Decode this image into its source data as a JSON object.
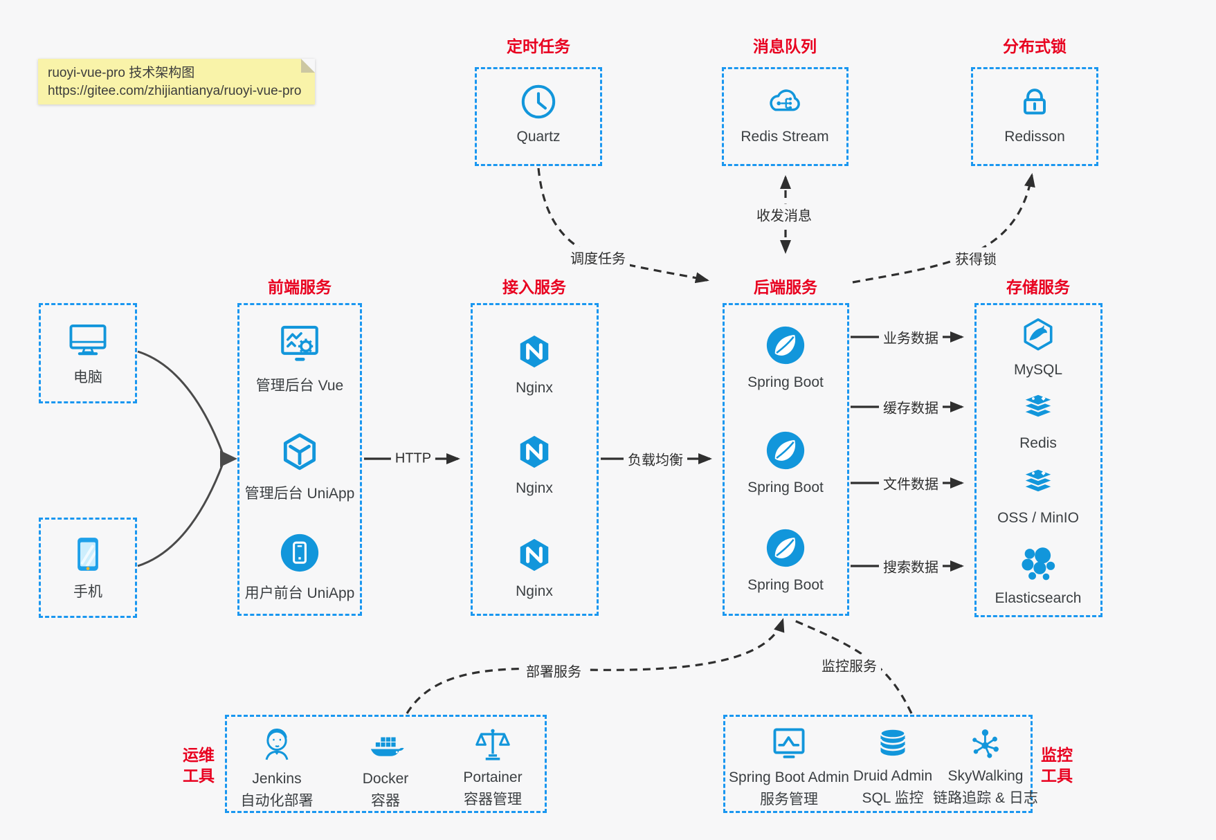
{
  "note": {
    "line1": "ruoyi-vue-pro 技术架构图",
    "line2": "https://gitee.com/zhijiantianya/ruoyi-vue-pro"
  },
  "colors": {
    "background": "#f7f7f8",
    "box_border": "#1a97f0",
    "icon_blue": "#1296db",
    "title_red": "#e8001f",
    "arrow_dark": "#2f2f2f",
    "arrow_gray": "#4a4a4a",
    "note_bg": "#f9f3a9",
    "label_text": "#3b3f42"
  },
  "nodes": {
    "scheduled_task": {
      "title": "定时任务",
      "item": {
        "label": "Quartz",
        "icon": "clock-icon"
      }
    },
    "message_queue": {
      "title": "消息队列",
      "item": {
        "label": "Redis Stream",
        "icon": "cloud-stream-icon"
      }
    },
    "distributed_lock": {
      "title": "分布式锁",
      "item": {
        "label": "Redisson",
        "icon": "lock-icon"
      }
    },
    "clients": {
      "pc": {
        "label": "电脑",
        "icon": "desktop-icon"
      },
      "phone": {
        "label": "手机",
        "icon": "smartphone-icon"
      }
    },
    "frontend": {
      "title": "前端服务",
      "items": [
        {
          "label": "管理后台 Vue",
          "icon": "admin-vue-icon"
        },
        {
          "label": "管理后台 UniApp",
          "icon": "uniapp-cube-icon"
        },
        {
          "label": "用户前台 UniApp",
          "icon": "user-uniapp-icon"
        }
      ]
    },
    "gateway": {
      "title": "接入服务",
      "items": [
        {
          "label": "Nginx",
          "icon": "nginx-icon"
        },
        {
          "label": "Nginx",
          "icon": "nginx-icon"
        },
        {
          "label": "Nginx",
          "icon": "nginx-icon"
        }
      ]
    },
    "backend": {
      "title": "后端服务",
      "items": [
        {
          "label": "Spring Boot",
          "icon": "spring-icon"
        },
        {
          "label": "Spring Boot",
          "icon": "spring-icon"
        },
        {
          "label": "Spring Boot",
          "icon": "spring-icon"
        }
      ]
    },
    "storage": {
      "title": "存储服务",
      "items": [
        {
          "label": "MySQL",
          "icon": "mysql-icon"
        },
        {
          "label": "Redis",
          "icon": "redis-icon"
        },
        {
          "label": "OSS / MinIO",
          "icon": "oss-icon"
        },
        {
          "label": "Elasticsearch",
          "icon": "elasticsearch-icon"
        }
      ]
    },
    "ops_tools": {
      "title_line1": "运维",
      "title_line2": "工具",
      "items": [
        {
          "label": "Jenkins",
          "sublabel": "自动化部署",
          "icon": "jenkins-icon"
        },
        {
          "label": "Docker",
          "sublabel": "容器",
          "icon": "docker-icon"
        },
        {
          "label": "Portainer",
          "sublabel": "容器管理",
          "icon": "portainer-icon"
        }
      ]
    },
    "monitor_tools": {
      "title_line1": "监控",
      "title_line2": "工具",
      "items": [
        {
          "label": "Spring Boot Admin",
          "sublabel": "服务管理",
          "icon": "sba-monitor-icon"
        },
        {
          "label": "Druid Admin",
          "sublabel": "SQL 监控",
          "icon": "druid-db-icon"
        },
        {
          "label": "SkyWalking",
          "sublabel": "链路追踪 & 日志",
          "icon": "skywalking-icon"
        }
      ]
    }
  },
  "edges": {
    "http": "HTTP",
    "load_balance": "负载均衡",
    "business_data": "业务数据",
    "cache_data": "缓存数据",
    "file_data": "文件数据",
    "search_data": "搜索数据",
    "schedule_task": "调度任务",
    "send_receive_message": "收发消息",
    "acquire_lock": "获得锁",
    "deploy_service": "部署服务",
    "monitor_service": "监控服务"
  }
}
